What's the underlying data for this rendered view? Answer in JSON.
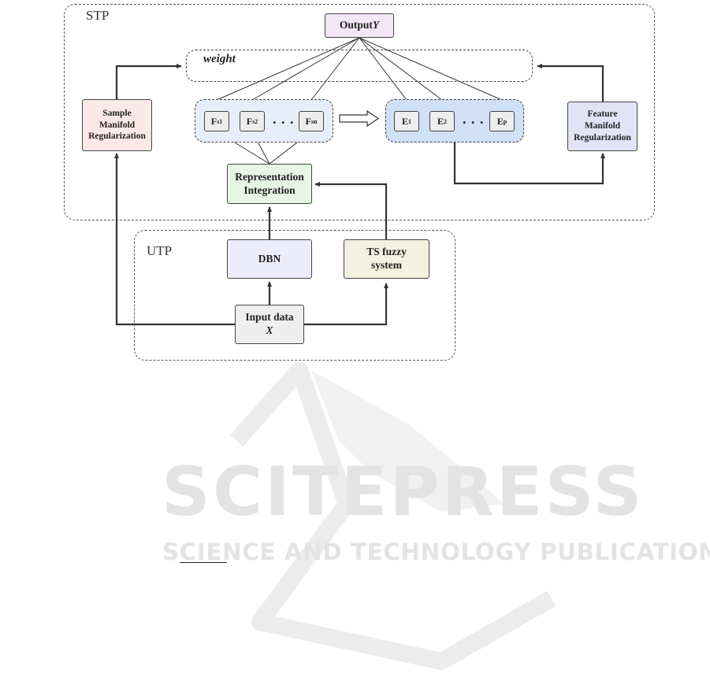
{
  "regions": {
    "stp_label": "STP",
    "utp_label": "UTP"
  },
  "nodes": {
    "output": "Output ",
    "output_var": "Y",
    "weight": "weight",
    "sample_manifold": [
      "Sample",
      "Manifold",
      "Regularization"
    ],
    "feature_manifold": [
      "Feature",
      "Manifold",
      "Regularization"
    ],
    "rep_integration": [
      "Representation",
      "Integration"
    ],
    "dbn": "DBN",
    "ts_fuzzy": [
      "TS fuzzy",
      "system"
    ],
    "input_data": "Input data",
    "input_var": "X"
  },
  "feature_nodes": [
    {
      "main": "F",
      "sub": "s1"
    },
    {
      "main": "F",
      "sub": "s2"
    },
    {
      "main": "F",
      "sub": "sn"
    }
  ],
  "enhancement_nodes": [
    {
      "main": "E",
      "sub": "1"
    },
    {
      "main": "E",
      "sub": "2"
    },
    {
      "main": "E",
      "sub": "p"
    }
  ],
  "ellipsis": ". . .",
  "watermark": {
    "title": "SCITEPRESS",
    "subtitle": "SCIENCE AND TECHNOLOGY PUBLICATIONS"
  },
  "colors": {
    "output_fill": "#f2e6f7",
    "sample_fill": "#fbe9e7",
    "feature_fill": "#e3e3f7",
    "rep_fill": "#e6f5e4",
    "dbn_fill": "#ececfa",
    "ts_fill": "#f3f1df",
    "input_fill": "#eeeeee",
    "f_group_fill": "#e6eefa",
    "e_group_fill": "#cfe0f7"
  }
}
